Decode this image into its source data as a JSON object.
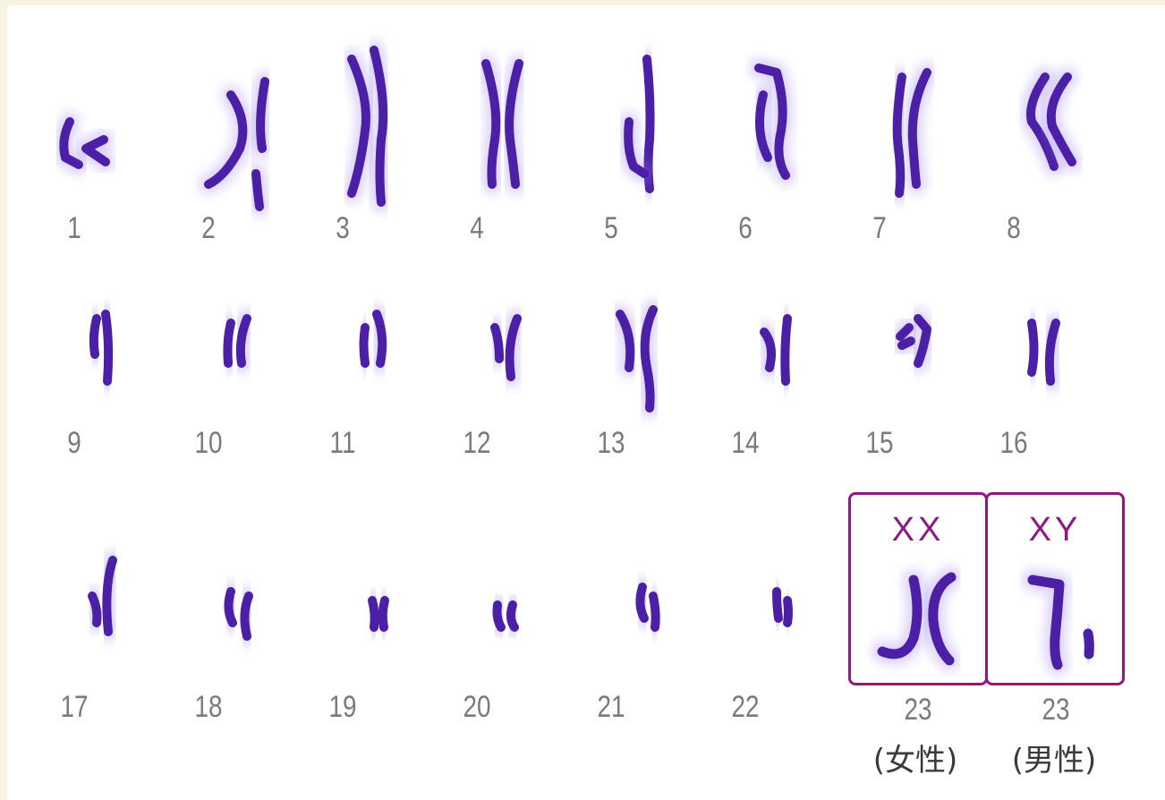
{
  "chromosomes": [
    {
      "label": "1"
    },
    {
      "label": "2"
    },
    {
      "label": "3"
    },
    {
      "label": "4"
    },
    {
      "label": "5"
    },
    {
      "label": "6"
    },
    {
      "label": "7"
    },
    {
      "label": "8"
    },
    {
      "label": "9"
    },
    {
      "label": "10"
    },
    {
      "label": "11"
    },
    {
      "label": "12"
    },
    {
      "label": "13"
    },
    {
      "label": "14"
    },
    {
      "label": "15"
    },
    {
      "label": "16"
    },
    {
      "label": "17"
    },
    {
      "label": "18"
    },
    {
      "label": "19"
    },
    {
      "label": "20"
    },
    {
      "label": "21"
    },
    {
      "label": "22"
    }
  ],
  "sex": {
    "female": {
      "pair": "XX",
      "number": "23",
      "caption": "(女性)"
    },
    "male": {
      "pair": "XY",
      "number": "23",
      "caption": "(男性)"
    }
  },
  "colors": {
    "chromosome": "#4b1fa6",
    "glow": "#9b7ff0",
    "box": "#8e1a80"
  }
}
